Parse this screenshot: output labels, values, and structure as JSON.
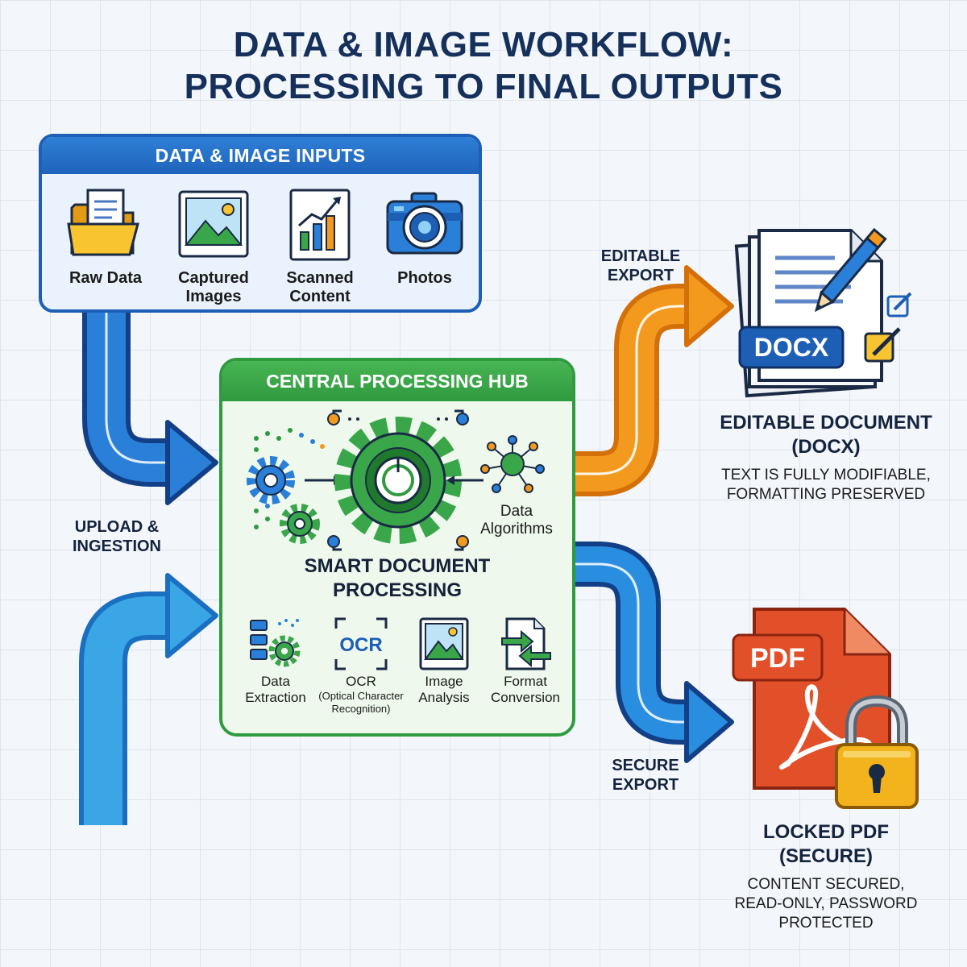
{
  "title": {
    "line1": "DATA & IMAGE WORKFLOW:",
    "line2": "PROCESSING TO FINAL OUTPUTS"
  },
  "inputs": {
    "header": "DATA & IMAGE INPUTS",
    "items": [
      {
        "line1": "Raw Data",
        "line2": "",
        "icon": "folder-document-icon"
      },
      {
        "line1": "Captured",
        "line2": "Images",
        "icon": "image-icon"
      },
      {
        "line1": "Scanned",
        "line2": "Content",
        "icon": "chart-document-icon"
      },
      {
        "line1": "Photos",
        "line2": "",
        "icon": "camera-icon"
      }
    ]
  },
  "flow": {
    "upload_line1": "UPLOAD &",
    "upload_line2": "INGESTION",
    "editable_line1": "EDITABLE",
    "editable_line2": "EXPORT",
    "secure_line1": "SECURE",
    "secure_line2": "EXPORT"
  },
  "hub": {
    "header": "CENTRAL PROCESSING HUB",
    "algo_line1": "Data",
    "algo_line2": "Algorithms",
    "smart_line1": "SMART DOCUMENT",
    "smart_line2": "PROCESSING",
    "tools": [
      {
        "line1": "Data",
        "line2": "Extraction",
        "sub1": "",
        "sub2": "",
        "icon": "data-extraction-icon"
      },
      {
        "line1": "OCR",
        "line2": "",
        "sub1": "(Optical Character",
        "sub2": "Recognition)",
        "icon": "ocr-icon",
        "icon_text": "OCR"
      },
      {
        "line1": "Image",
        "line2": "Analysis",
        "sub1": "",
        "sub2": "",
        "icon": "image-analysis-icon"
      },
      {
        "line1": "Format",
        "line2": "Conversion",
        "sub1": "",
        "sub2": "",
        "icon": "format-conversion-icon"
      }
    ]
  },
  "outputs": {
    "docx": {
      "badge": "DOCX",
      "title_line1": "EDITABLE DOCUMENT",
      "title_line2": "(DOCX)",
      "desc_line1": "TEXT IS FULLY MODIFIABLE,",
      "desc_line2": "FORMATTING PRESERVED"
    },
    "pdf": {
      "badge": "PDF",
      "title_line1": "LOCKED PDF",
      "title_line2": "(SECURE)",
      "desc_line1": "CONTENT SECURED,",
      "desc_line2": "READ-ONLY, PASSWORD",
      "desc_line3": "PROTECTED"
    }
  },
  "colors": {
    "blue": "#1e6fd0",
    "orange": "#f39a1e",
    "green": "#2f9a3f",
    "navy": "#15305a",
    "pdf_red": "#e2502a",
    "lock_gold": "#f2b31d"
  }
}
